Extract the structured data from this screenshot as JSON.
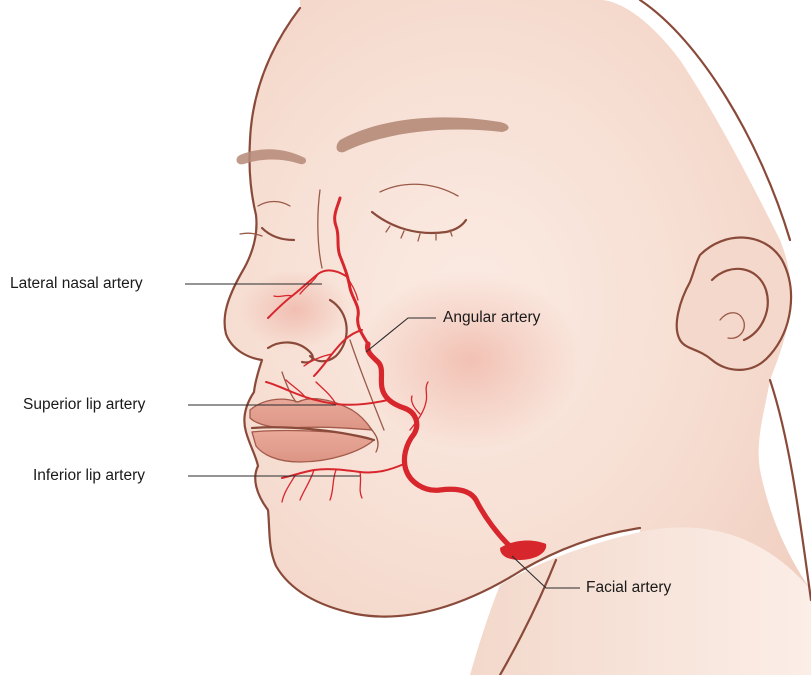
{
  "labels": {
    "lateral_nasal": "Lateral nasal artery",
    "angular": "Angular artery",
    "superior_lip": "Superior lip artery",
    "inferior_lip": "Inferior lip artery",
    "facial": "Facial artery"
  },
  "colors": {
    "artery": "#d8262d",
    "skin_outline": "#8a4a3a",
    "skin_light": "#fbeee6",
    "skin_shadow": "#f2d3c4",
    "cheek_blush": "#f1b9aa",
    "leader_line": "#2a2a2a",
    "label_text": "#1a1a1a",
    "background": "#ffffff"
  }
}
